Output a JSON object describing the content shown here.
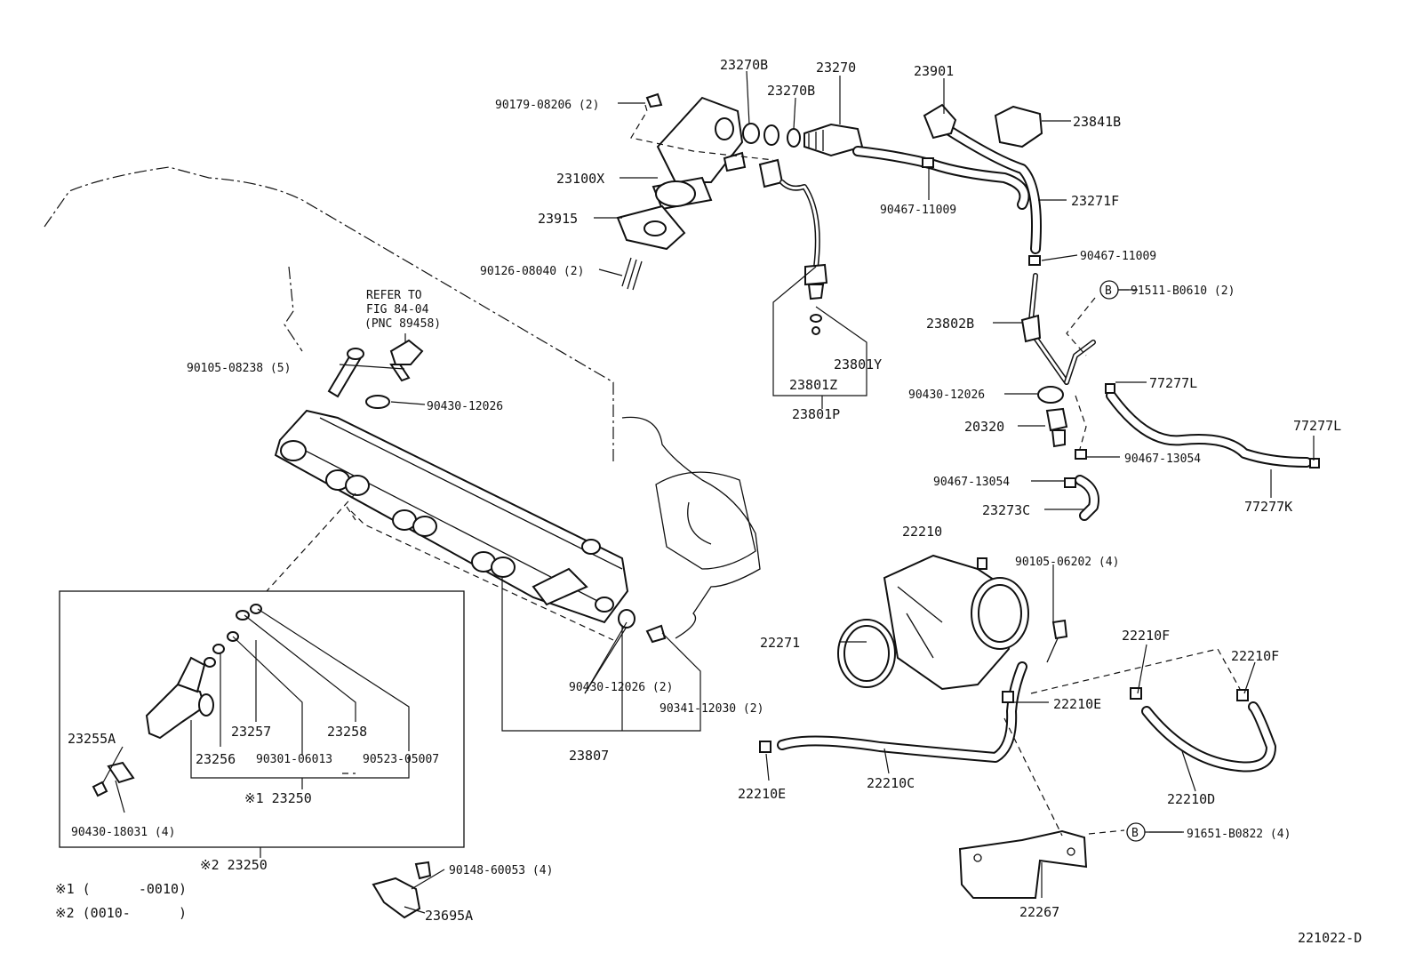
{
  "labels": {
    "p23270B_a": "23270B",
    "p23270": "23270",
    "p23270B_b": "23270B",
    "p23901": "23901",
    "p23841B": "23841B",
    "p90179": "90179-08206 (2)",
    "p23100X": "23100X",
    "p23915": "23915",
    "p90126": "90126-08040 (2)",
    "p90467_a": "90467-11009",
    "p23271F": "23271F",
    "p90467_b": "90467-11009",
    "p91511": "91511-B0610 (2)",
    "refer1": "REFER TO",
    "refer2": "FIG 84-04",
    "refer3": "(PNC 89458)",
    "p90105_08238": "90105-08238 (5)",
    "p90430_12026_a": "90430-12026",
    "p23802B": "23802B",
    "p23801Y": "23801Y",
    "p23801Z": "23801Z",
    "p23801P": "23801P",
    "p90430_12026_b": "90430-12026",
    "p77277L_a": "77277L",
    "p20320": "20320",
    "p77277L_b": "77277L",
    "p90467_13054_a": "90467-13054",
    "p90467_13054_b": "90467-13054",
    "p23273C": "23273C",
    "p77277K": "77277K",
    "p22210": "22210",
    "p90105_06202": "90105-06202 (4)",
    "p22271": "22271",
    "p22210F_a": "22210F",
    "p22210F_b": "22210F",
    "p22210E_a": "22210E",
    "p90430_12026_c": "90430-12026 (2)",
    "p90341": "90341-12030 (2)",
    "p23807": "23807",
    "p23255A": "23255A",
    "p23257": "23257",
    "p23258": "23258",
    "p23256": "23256",
    "p90301": "90301-06013",
    "p90523": "90523-05007",
    "p23250_1": "※1 23250",
    "p90430_18031": "90430-18031 (4)",
    "p23250_2": "※2 23250",
    "p90148": "90148-60053 (4)",
    "p23695A": "23695A",
    "p22210E_b": "22210E",
    "p22210C": "22210C",
    "p22210D": "22210D",
    "p91651": "91651-B0822 (4)",
    "p22267": "22267",
    "note1": "※1 (      -0010)",
    "note2": "※2 (0010-      )",
    "figid": "221022-D",
    "markB1": "B",
    "markB2": "B"
  }
}
